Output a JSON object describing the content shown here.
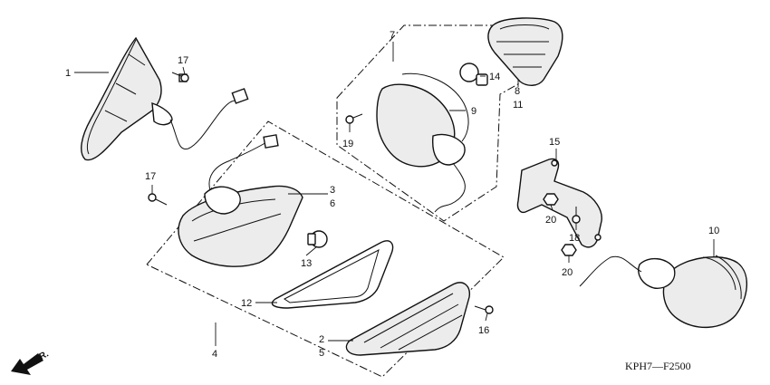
{
  "diagram": {
    "callouts": {
      "c1": "1",
      "c2": "2",
      "c3": "3",
      "c4": "4",
      "c5": "5",
      "c6": "6",
      "c7": "7",
      "c8": "8",
      "c9": "9",
      "c10": "10",
      "c11": "11",
      "c12": "12",
      "c13": "13",
      "c14": "14",
      "c15": "15",
      "c16": "16",
      "c17a": "17",
      "c17b": "17",
      "c18": "18",
      "c19": "19",
      "c20a": "20",
      "c20b": "20"
    },
    "direction_label": "FR.",
    "drawing_code": "KPH7—F2500"
  }
}
